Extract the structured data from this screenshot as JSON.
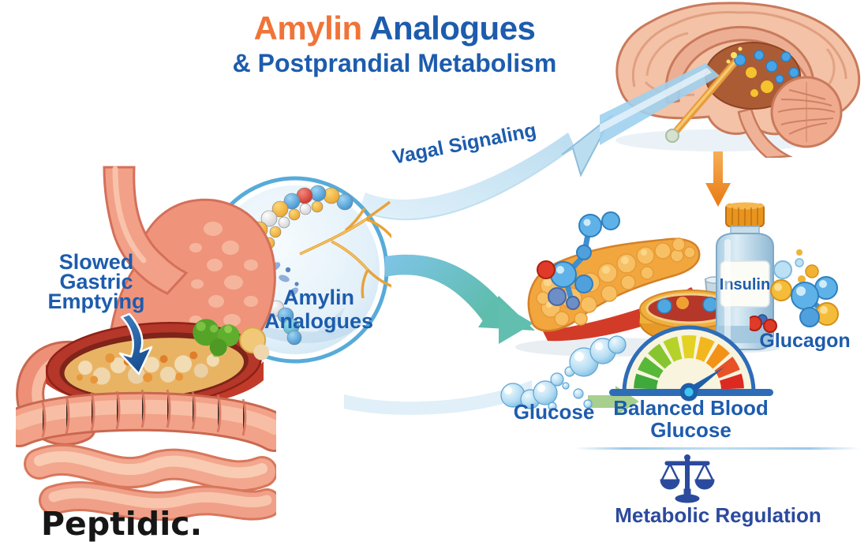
{
  "title": {
    "line1_highlight": "Amylin",
    "line1_rest": " Analogues",
    "line2": "& Postprandial Metabolism"
  },
  "stomach": {
    "label_lines": [
      "Slowed",
      "Gastric",
      "Emptying"
    ]
  },
  "inset": {
    "label_line1": "Amylin",
    "label_line2": "Analogues"
  },
  "arrows": {
    "vagal_label": "Vagal Signaling"
  },
  "pancreas_panel": {
    "insulin_label": "Insulin",
    "glucagon_label": "Glucagon"
  },
  "glucose_panel": {
    "glucose_label": "Glucose",
    "gauge_label_line1": "Balanced Blood",
    "gauge_label_line2": "Glucose",
    "gauge_segment_colors": [
      "#3FA93C",
      "#58B838",
      "#86C530",
      "#B5D22B",
      "#E3D224",
      "#F2B61E",
      "#F29218",
      "#E85226",
      "#DC2A20"
    ]
  },
  "regulation": {
    "label": "Metabolic Regulation"
  },
  "brand": {
    "name": "Peptidic."
  },
  "colors": {
    "title_orange": "#F07438",
    "primary_blue": "#1D5CAD",
    "regulation_blue": "#2B4A9E",
    "gauge_outline": "#2E6CB8",
    "needle_blue": "#1F5FA8",
    "brand_black": "#161616"
  }
}
